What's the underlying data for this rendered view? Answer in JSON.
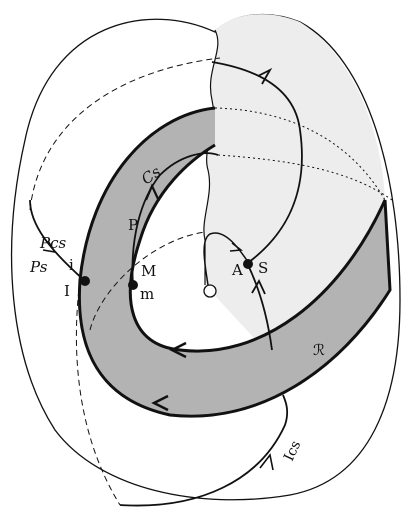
{
  "labels": {
    "cs": "Cs",
    "p": "P",
    "pcs": "Pcs",
    "ps": "Ps",
    "i_upper": "I",
    "i_lower": "i",
    "m_upper": "M",
    "m_lower": "m",
    "a": "A",
    "s": "S",
    "r": "ℛ",
    "ics": "Ics"
  },
  "colors": {
    "band_fill": "#b3b3b3",
    "lobe_fill": "#ededed",
    "stroke": "#111111",
    "background": "#ffffff"
  }
}
